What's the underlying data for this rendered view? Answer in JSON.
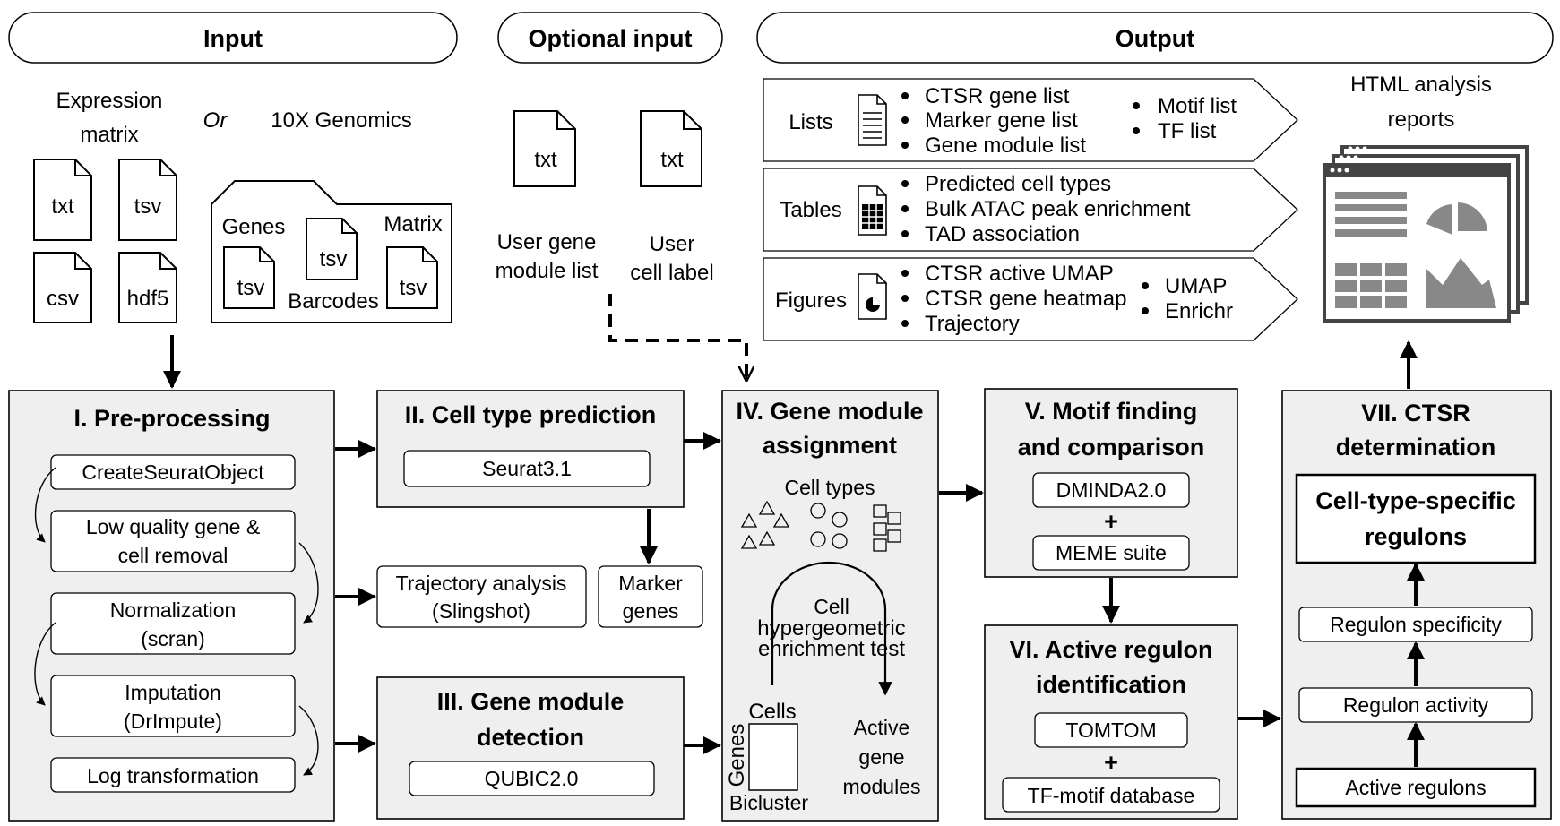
{
  "header": {
    "input": "Input",
    "optional_input": "Optional input",
    "output": "Output"
  },
  "input": {
    "expression_matrix_line1": "Expression",
    "expression_matrix_line2": "matrix",
    "or": "Or",
    "tenx": "10X Genomics",
    "files": [
      "txt",
      "tsv",
      "csv",
      "hdf5"
    ],
    "tenx_genes": "Genes",
    "tenx_matrix": "Matrix",
    "tenx_barcodes": "Barcodes",
    "tenx_file": "tsv"
  },
  "optional": {
    "file1": "txt",
    "file2": "txt",
    "label1_line1": "User gene",
    "label1_line2": "module list",
    "label2_line1": "User",
    "label2_line2": "cell label"
  },
  "output": {
    "lists": {
      "title": "Lists",
      "col1": [
        "CTSR gene list",
        "Marker gene list",
        "Gene module list"
      ],
      "col2": [
        "Motif  list",
        "TF list"
      ]
    },
    "tables": {
      "title": "Tables",
      "col1": [
        "Predicted cell types",
        "Bulk ATAC peak enrichment",
        "TAD association"
      ]
    },
    "figures": {
      "title": "Figures",
      "col1": [
        "CTSR active UMAP",
        "CTSR gene heatmap",
        "Trajectory"
      ],
      "col2": [
        "UMAP",
        "Enrichr"
      ]
    },
    "html_reports_line1": "HTML analysis",
    "html_reports_line2": "reports"
  },
  "stage1": {
    "title": "I. Pre-processing",
    "steps": [
      "CreateSeuratObject",
      "Low quality gene &",
      "cell removal",
      "Normalization",
      "(scran)",
      "Imputation",
      "(DrImpute)",
      "Log transformation"
    ]
  },
  "stage2": {
    "title": "II. Cell type prediction",
    "tool": "Seurat3.1"
  },
  "trajectory": {
    "line1": "Trajectory analysis",
    "line2": "(Slingshot)"
  },
  "marker": {
    "line1": "Marker",
    "line2": "genes"
  },
  "stage3": {
    "title_line1": "III. Gene module",
    "title_line2": "detection",
    "tool": "QUBIC2.0"
  },
  "stage4": {
    "title_line1": "IV. Gene module",
    "title_line2": "assignment",
    "cell_types": "Cell types",
    "cell": "Cell",
    "test_line1": "hypergeometric",
    "test_line2": "enrichment test",
    "cells": "Cells",
    "genes": "Genes",
    "bicluster": "Bicluster",
    "active_line1": "Active",
    "active_line2": "gene",
    "active_line3": "modules"
  },
  "stage5": {
    "title_line1": "V. Motif finding",
    "title_line2": "and comparison",
    "tool1": "DMINDA2.0",
    "plus": "+",
    "tool2": "MEME suite"
  },
  "stage6": {
    "title_line1": "VI. Active regulon",
    "title_line2": "identification",
    "tool1": "TOMTOM",
    "plus": "+",
    "tool2": "TF-motif database"
  },
  "stage7": {
    "title_line1": "VII. CTSR",
    "title_line2": "determination",
    "result_line1": "Cell-type-specific",
    "result_line2": "regulons",
    "step1": "Regulon specificity",
    "step2": "Regulon activity",
    "step3": "Active regulons"
  }
}
